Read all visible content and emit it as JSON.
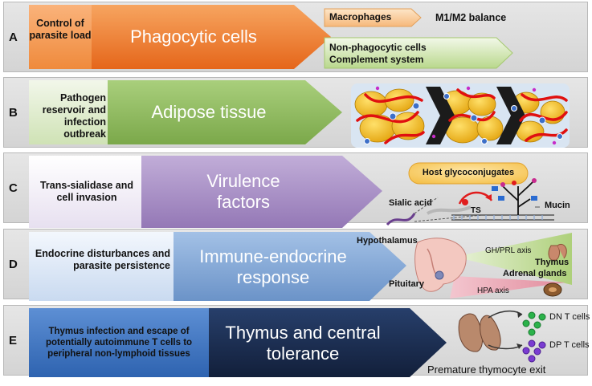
{
  "rows": [
    {
      "letter": "A",
      "left_label": "Control of parasite load",
      "title": "Phagocytic cells",
      "notes": [
        "Macrophages",
        "M1/M2 balance",
        "Non-phagocytic cells",
        "Complement system"
      ]
    },
    {
      "letter": "B",
      "left_label": "Pathogen reservoir and infection outbreak",
      "title": "Adipose tissue"
    },
    {
      "letter": "C",
      "left_label": "Trans-sialidase and cell invasion",
      "title": "Virulence factors",
      "notes": [
        "Host glycoconjugates",
        "Sialic acid",
        "TS",
        "Mucin"
      ]
    },
    {
      "letter": "D",
      "left_label": "Endocrine disturbances and parasite persistence",
      "title": "Immune-endocrine response",
      "notes": [
        "Hypothalamus",
        "GH/PRL axis",
        "Thymus",
        "Adrenal glands",
        "Pituitary",
        "HPA axis"
      ]
    },
    {
      "letter": "E",
      "left_label": "Thymus infection and escape of potentially autoimmune T cells to peripheral non-lymphoid tissues",
      "title": "Thymus and central tolerance",
      "notes": [
        "DN T cells",
        "DP T cells",
        "Premature thymocyte exit"
      ]
    }
  ],
  "colors": {
    "A": "#ee7a2a",
    "B": "#8cb85a",
    "C": "#a88fc4",
    "D": "#7fa4d4",
    "E": "#1a2d50"
  }
}
